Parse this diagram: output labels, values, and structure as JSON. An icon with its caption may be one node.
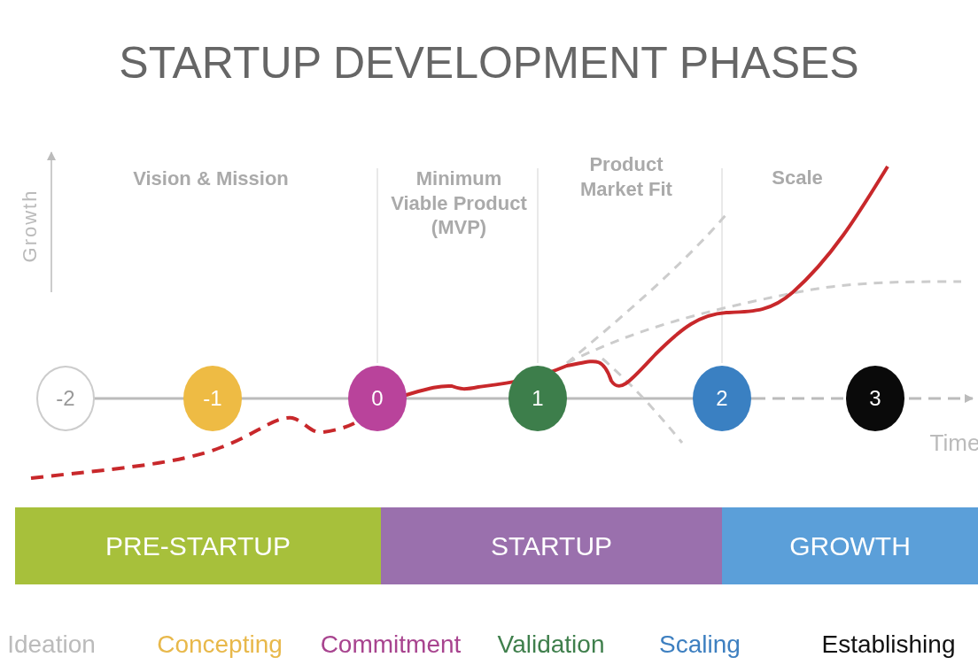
{
  "diagram": {
    "title": "STARTUP DEVELOPMENT PHASES",
    "nodes": [
      {
        "text": [
          "-2"
        ]
      },
      {
        "text": [
          "-1"
        ]
      },
      {
        "text": [
          "0"
        ]
      },
      {
        "text": [
          "1"
        ]
      },
      {
        "text": [
          "2"
        ]
      },
      {
        "text": [
          "3"
        ]
      },
      {
        "text": [
          "PRE-STARTUP"
        ]
      },
      {
        "text": [
          "STARTUP"
        ]
      },
      {
        "text": [
          "GROWTH"
        ]
      }
    ],
    "labels": [
      "Growth",
      "Vision & Mission",
      "Minimum Viable Product (MVP)",
      "Product Market Fit",
      "Scale",
      "Time",
      "Ideation",
      "Concepting",
      "Commitment",
      "Validation",
      "Scaling",
      "Establishing"
    ]
  }
}
